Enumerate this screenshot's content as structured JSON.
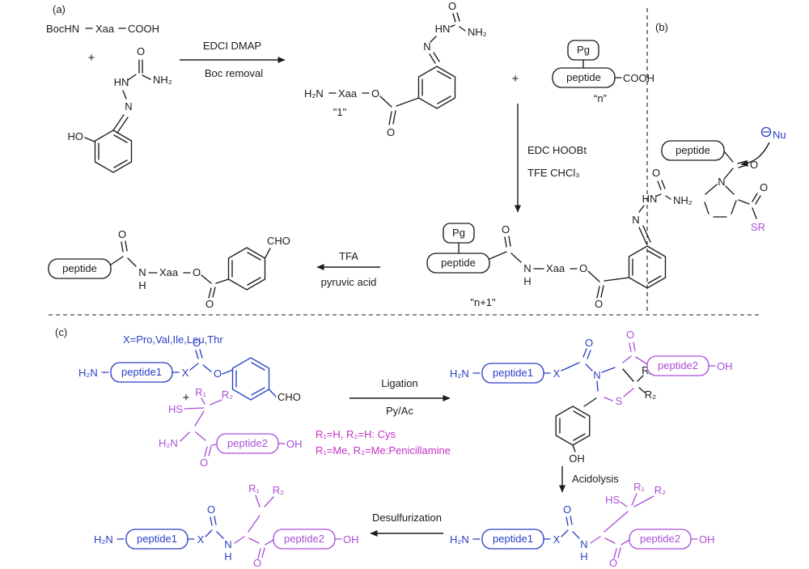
{
  "colors": {
    "ink": "#1b1b1b",
    "blue": "#2b41c7",
    "purple": "#ab4fd9",
    "magenta": "#c433c4",
    "bg": "#ffffff"
  },
  "panel_labels": {
    "a": "(a)",
    "b": "(b)",
    "c": "(c)"
  },
  "atoms": {
    "O": "O",
    "N": "N",
    "H": "H",
    "HN": "HN",
    "NH2": "NH₂",
    "H2N": "H₂N",
    "HO": "HO",
    "OH": "OH",
    "HS": "HS",
    "SR": "SR",
    "S": "S",
    "CHO": "CHO",
    "COOH": "COOH",
    "Xaa": "Xaa",
    "X": "X",
    "Pg": "Pg",
    "R1": "R₁",
    "R2": "R₂",
    "Nu": "Nu",
    "plus": "+"
  },
  "boxes": {
    "peptide": "peptide",
    "peptide1": "peptide1",
    "peptide2": "peptide2"
  },
  "texts": {
    "bochn": "BocHN",
    "edci": "EDCI DMAP",
    "boc_removal": "Boc removal",
    "compound1": "\"1\"",
    "n_label": "“n”",
    "edc": "EDC HOOBt",
    "tfe": "TFE CHCl₃",
    "n_plus_1": "\"n+1\"",
    "tfa": "TFA",
    "pyruvic": "pyruvic acid",
    "x_list": "X=Pro,Val,Ile,Leu,Thr",
    "ligation": "Ligation",
    "pyac": "Py/Ac",
    "cys_cond": "R₁=H, R₂=H: Cys",
    "pen_cond": "R₁=Me, R₂=Me:Penicillamine",
    "acidolysis": "Acidolysis",
    "desulfurization": "Desulfurization"
  }
}
